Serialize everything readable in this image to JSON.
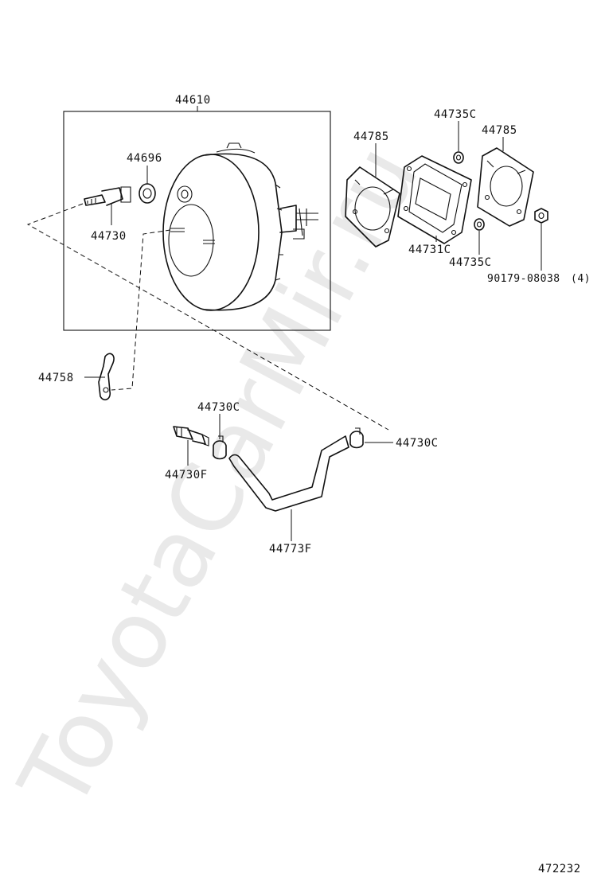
{
  "watermark": "ToyotaCarMir.ru",
  "labels": {
    "booster_assy": "44610",
    "grommet": "44696",
    "check_valve": "44730",
    "gasket_left": "44785",
    "nut_top": "44735C",
    "gasket_right": "44785",
    "spacer": "44731C",
    "nut_bottom": "44735C",
    "bolt_nut": "90179-08038",
    "bolt_qty": "(4)",
    "bracket": "44758",
    "clip_top": "44730C",
    "clip_right": "44730C",
    "union": "44730F",
    "hose": "44773F"
  },
  "diagram_number": "472232"
}
